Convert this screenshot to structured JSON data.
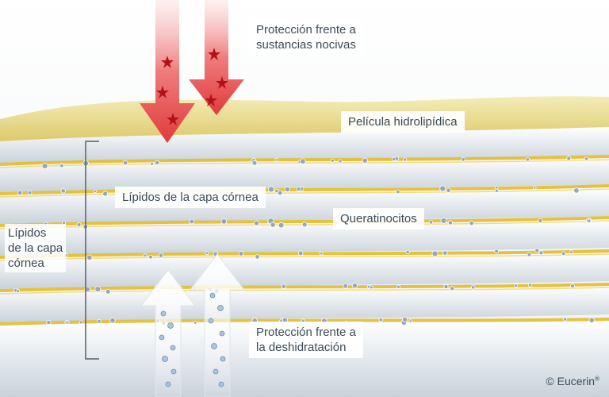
{
  "labels": {
    "protection_harmful": "Protección frente a\nsustancias nocivas",
    "hydrolipid_film": "Película hidrolipídica",
    "stratum_lipids_inner": "Lípidos de la capa córnea",
    "keratinocytes": "Queratinocitos",
    "stratum_lipids_side": "Lípidos\nde la capa\ncórnea",
    "protection_dehydration": "Protección frente a\nla deshidratación"
  },
  "copyright": {
    "symbol": "©",
    "brand": "Eucerin",
    "registered": "®"
  },
  "colors": {
    "harmful_arrow": "#e03b3b",
    "moisture_arrow": "#ffffff",
    "lipid_gold": "#e9c43a",
    "cell_white": "#eef2f5",
    "text": "#3c4a56"
  }
}
